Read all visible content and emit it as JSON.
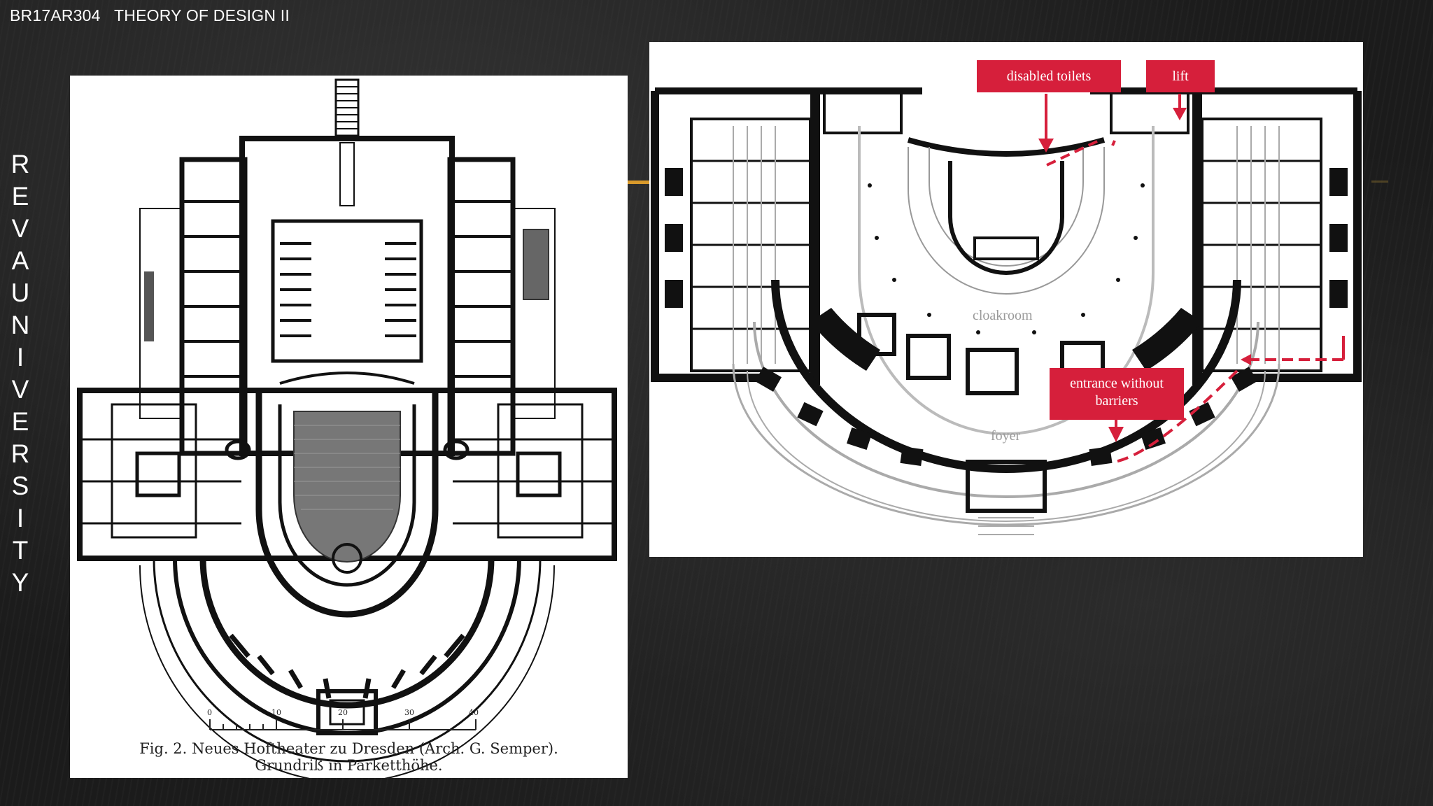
{
  "header": {
    "code": "BR17AR304",
    "course": "THEORY OF DESIGN II"
  },
  "side_label": {
    "letters": [
      "R",
      "E",
      "V",
      "A",
      "U",
      "N",
      "I",
      "V",
      "E",
      "R",
      "S",
      "I",
      "T",
      "Y"
    ]
  },
  "left_figure": {
    "scale_ticks": [
      "0",
      "10",
      "20",
      "30",
      "40"
    ],
    "caption_line1": "Fig. 2.   Neues Hoftheater zu Dresden (Arch. G. Semper).",
    "caption_line2": "Grundriß in Parketthöhe."
  },
  "right_figure": {
    "labels": {
      "cloakroom": "cloakroom",
      "foyer": "foyer"
    },
    "callouts": {
      "disabled_toilets": "disabled toilets",
      "lift": "lift",
      "entrance_line1": "entrance without",
      "entrance_line2": "barriers"
    },
    "accent_color": "#d61f3b"
  }
}
